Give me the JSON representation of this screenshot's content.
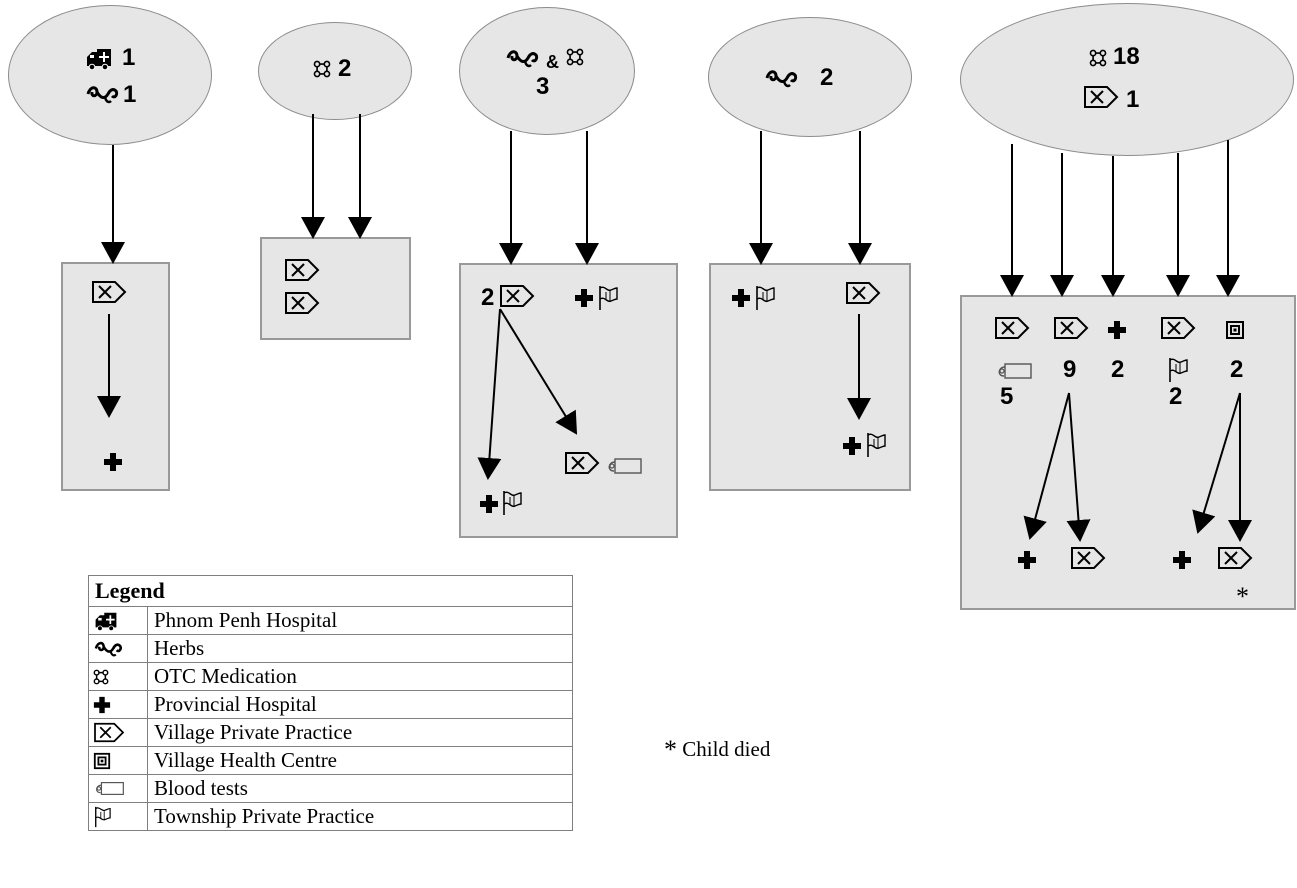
{
  "clusters": [
    {
      "id": "c1",
      "ellipse_lines": [
        [
          "phnom-penh-hospital",
          "1"
        ],
        [
          "herbs",
          "1"
        ]
      ]
    },
    {
      "id": "c2",
      "ellipse_lines": [
        [
          "otc-medication",
          "2"
        ]
      ]
    },
    {
      "id": "c3",
      "ellipse_lines": [
        [
          "herbs",
          "&",
          "otc-medication"
        ],
        [
          "3"
        ]
      ]
    },
    {
      "id": "c4",
      "ellipse_lines": [
        [
          "herbs",
          "2"
        ]
      ]
    },
    {
      "id": "c5",
      "ellipse_lines": [
        [
          "otc-medication",
          "18"
        ],
        [
          "village-private-practice",
          "1"
        ]
      ]
    }
  ],
  "box_counts": {
    "c3_vpp": "2",
    "c5_blood": "5",
    "c5_vpp": "9",
    "c5_prov": "2",
    "c5_township": "2",
    "c5_vhc": "2"
  },
  "ellipse_text": {
    "c1_count_a": "1",
    "c1_count_b": "1",
    "c2_count": "2",
    "c3_amp": "&",
    "c3_count": "3",
    "c4_count": "2",
    "c5_count_a": "18",
    "c5_count_b": "1"
  },
  "legend": {
    "title": "Legend",
    "items": [
      {
        "icon": "phnom-penh-hospital-icon",
        "label": "Phnom Penh Hospital"
      },
      {
        "icon": "herbs-icon",
        "label": "Herbs"
      },
      {
        "icon": "otc-medication-icon",
        "label": "OTC Medication"
      },
      {
        "icon": "provincial-hospital-icon",
        "label": "Provincial Hospital"
      },
      {
        "icon": "village-private-practice-icon",
        "label": "Village Private Practice"
      },
      {
        "icon": "village-health-centre-icon",
        "label": "Village Health Centre"
      },
      {
        "icon": "blood-tests-icon",
        "label": "Blood tests"
      },
      {
        "icon": "township-private-practice-icon",
        "label": "Township Private Practice"
      }
    ]
  },
  "note": {
    "symbol": "*",
    "text": "Child died"
  },
  "death_marker": "*"
}
